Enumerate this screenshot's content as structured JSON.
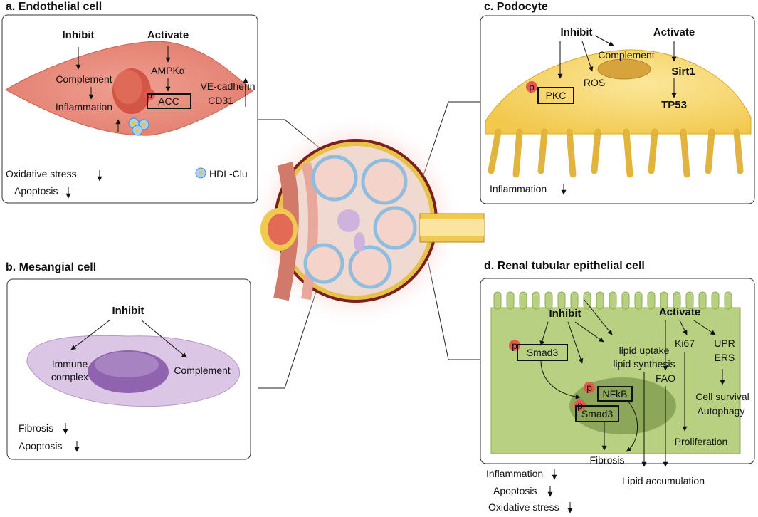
{
  "panels": {
    "a": {
      "title": "a. Endothelial cell",
      "inhibit": "Inhibit",
      "activate": "Activate",
      "complement": "Complement",
      "inflammation": "Inflammation",
      "ampk": "AMPKα",
      "acc": "ACC",
      "p": "p",
      "vecadherin": "VE-cadherin",
      "cd31": "CD31",
      "oxidative": "Oxidative stress",
      "apoptosis": "Apoptosis",
      "hdl": "HDL-Clu"
    },
    "b": {
      "title": "b. Mesangial cell",
      "inhibit": "Inhibit",
      "immune1": "Immune",
      "immune2": "complex",
      "complement": "Complement",
      "fibrosis": "Fibrosis",
      "apoptosis": "Apoptosis"
    },
    "c": {
      "title": "c. Podocyte",
      "inhibit": "Inhibit",
      "activate": "Activate",
      "complement": "Complement",
      "ros": "ROS",
      "pkc": "PKC",
      "p": "p",
      "sirt1": "Sirt1",
      "tp53": "TP53",
      "inflammation": "Inflammation"
    },
    "d": {
      "title": "d. Renal tubular epithelial cell",
      "inhibit": "Inhibit",
      "activate": "Activate",
      "smad3": "Smad3",
      "p": "p",
      "lipid_uptake": "lipid uptake",
      "lipid_synthesis": "lipid synthesis",
      "ki67": "Ki67",
      "upr": "UPR",
      "ers": "ERS",
      "fao": "FAO",
      "nfkb": "NFkB",
      "smad3b": "Smad3",
      "cell_survival": "Cell survival",
      "autophagy": "Autophagy",
      "proliferation": "Proliferation",
      "fibrosis": "Fibrosis",
      "lipid_accumulation": "Lipid accumulation",
      "inflammation": "Inflammation",
      "apoptosis": "Apoptosis",
      "oxidative": "Oxidative stress"
    }
  },
  "colors": {
    "endothelial": "#e8877a",
    "nucleus_red": "#d9574a",
    "mesangial": "#d6bfe0",
    "mesangial_nucleus": "#9b72b5",
    "podocyte": "#f7d56b",
    "tubular": "#b6cf7c",
    "phospho": "#e05a50",
    "glow": "#f4a7a0"
  }
}
